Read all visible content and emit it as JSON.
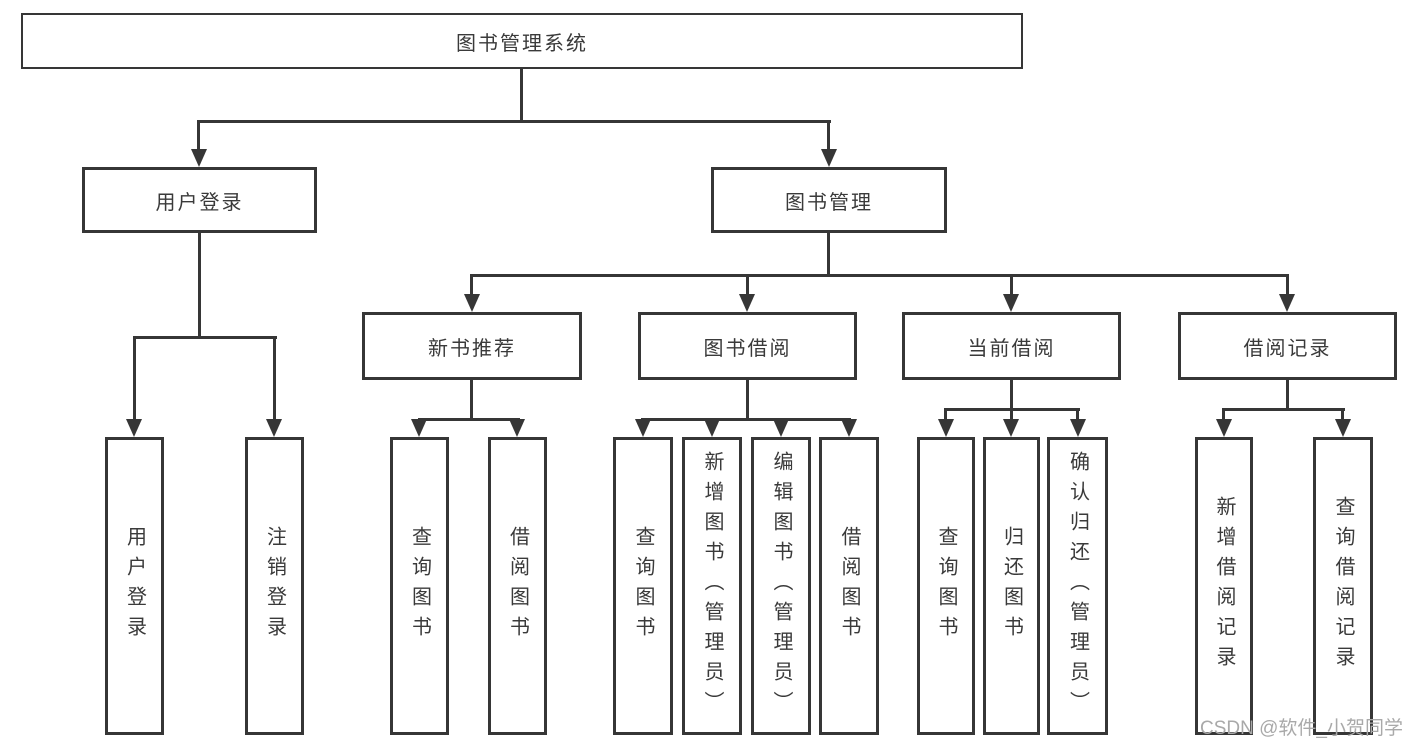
{
  "page": {
    "background": "#ffffff"
  },
  "colors": {
    "line": "#363636",
    "box_border": "#363636",
    "box_fill": "#ffffff",
    "text": "#3a3a3a",
    "watermark_text": "#a9a9a9"
  },
  "watermark": {
    "text": "CSDN @软件_小贺同学"
  },
  "tree": {
    "root": {
      "label": "图书管理系统",
      "children": [
        {
          "label": "用户登录",
          "children": [
            {
              "label": "用户登录"
            },
            {
              "label": "注销登录"
            }
          ]
        },
        {
          "label": "图书管理",
          "children": [
            {
              "label": "新书推荐",
              "children": [
                {
                  "label": "查询图书"
                },
                {
                  "label": "借阅图书"
                }
              ]
            },
            {
              "label": "图书借阅",
              "children": [
                {
                  "label": "查询图书"
                },
                {
                  "label": "新增图书（管理员）"
                },
                {
                  "label": "编辑图书（管理员）"
                },
                {
                  "label": "借阅图书"
                }
              ]
            },
            {
              "label": "当前借阅",
              "children": [
                {
                  "label": "查询图书"
                },
                {
                  "label": "归还图书"
                },
                {
                  "label": "确认归还（管理员）"
                }
              ]
            },
            {
              "label": "借阅记录",
              "children": [
                {
                  "label": "新增借阅记录"
                },
                {
                  "label": "查询借阅记录"
                }
              ]
            }
          ]
        }
      ]
    }
  }
}
